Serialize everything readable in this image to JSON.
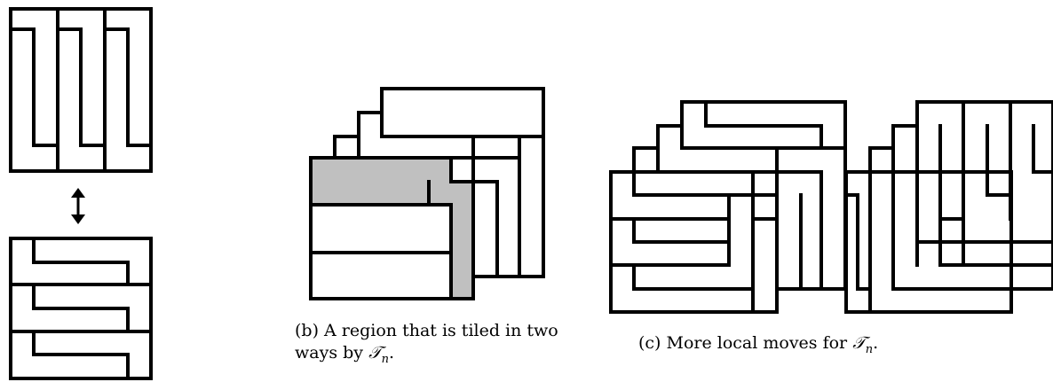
{
  "figure": {
    "caption_b_text": "(b) A region that is tiled in two ways by ",
    "caption_b_math": "𝒯",
    "caption_b_sub": "n",
    "caption_b_end": ".",
    "caption_c_text": "(c) More local moves for ",
    "caption_c_math": "𝒯",
    "caption_c_sub": "n",
    "caption_c_end": ".",
    "arrow_icon": "double-vertical-arrow",
    "shade_color": "#c0c0c0"
  }
}
